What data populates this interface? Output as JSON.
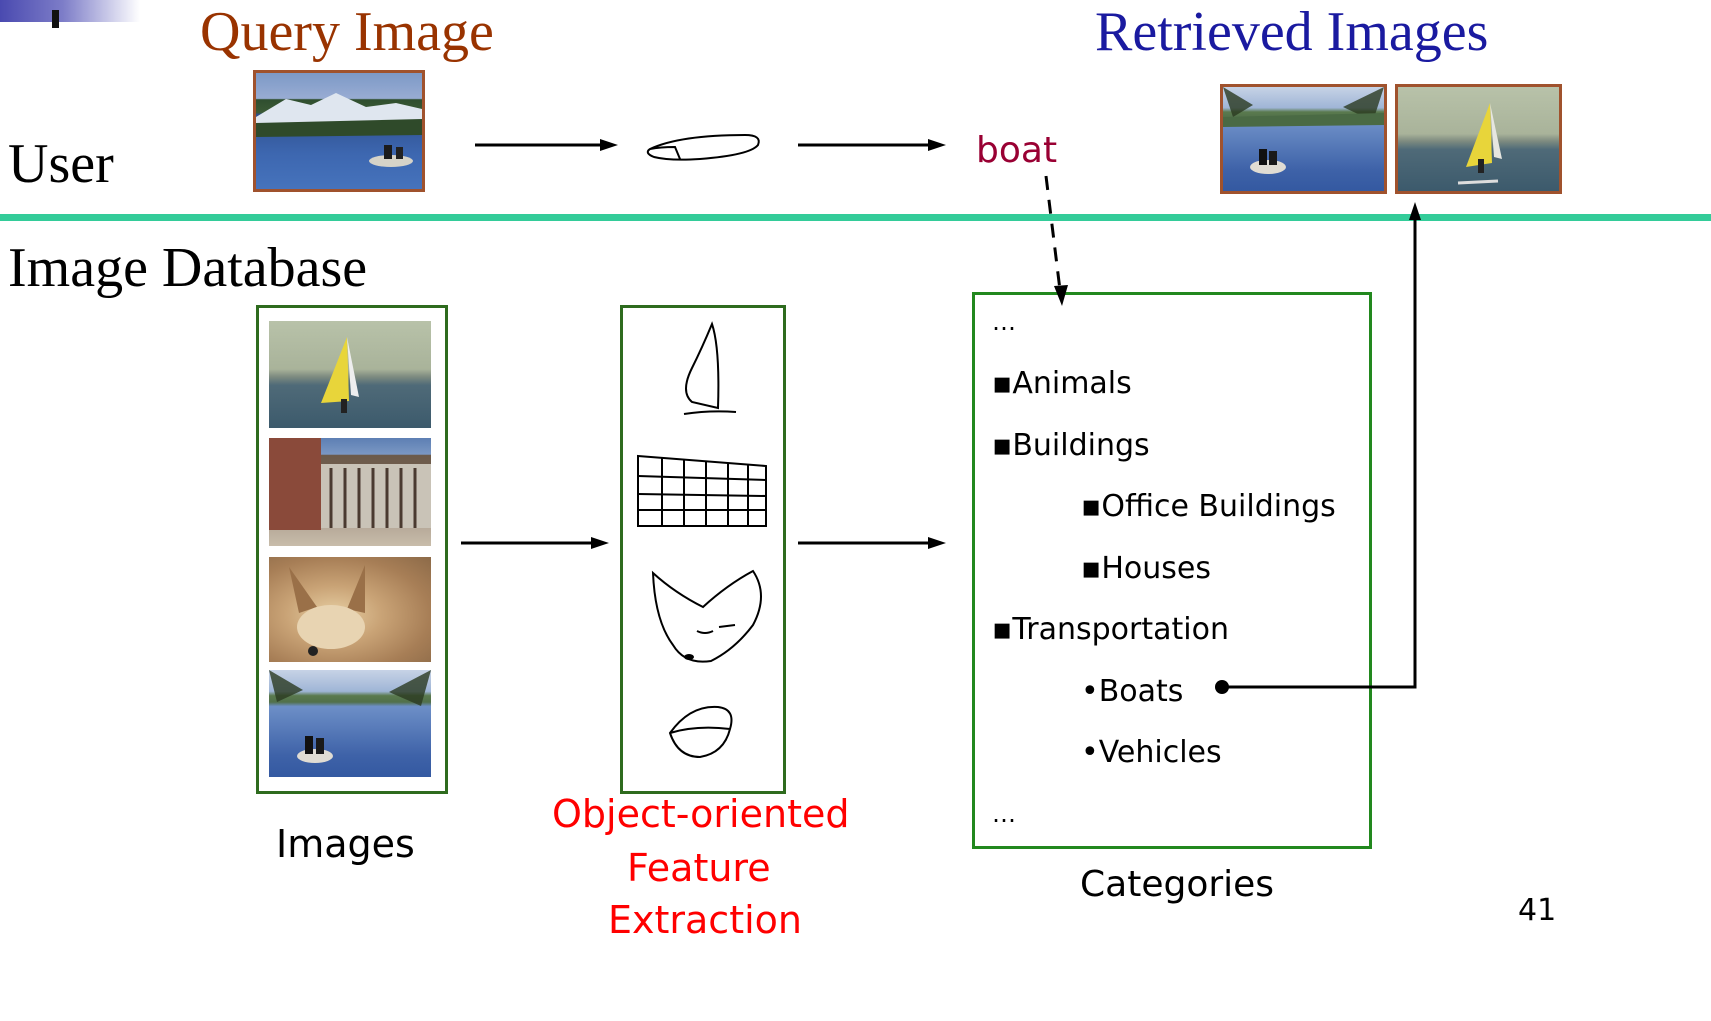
{
  "user_row": {
    "query_title": "Query Image",
    "retrieved_title": "Retrieved Images",
    "user_label": "User",
    "keyword": "boat"
  },
  "database_row": {
    "title": "Image Database",
    "images_caption": "Images",
    "feature_caption": {
      "line1": "Object-oriented",
      "line2": "Feature",
      "line3": "Extraction"
    },
    "categories_caption": "Categories"
  },
  "categories": {
    "top_ellipsis": "…",
    "items": [
      "▪Animals",
      "▪Buildings",
      "▪Office Buildings",
      "▪Houses",
      "▪Transportation",
      "•Boats",
      "•Vehicles"
    ],
    "bottom_ellipsis": "…"
  },
  "page_number": "41",
  "colors": {
    "query_title": "#993300",
    "retrieved_title": "#1a1aa0",
    "keyword": "#990033",
    "divider": "#33cc99",
    "box_border": "#2e6b1e",
    "feature_caption": "#ff0000"
  }
}
